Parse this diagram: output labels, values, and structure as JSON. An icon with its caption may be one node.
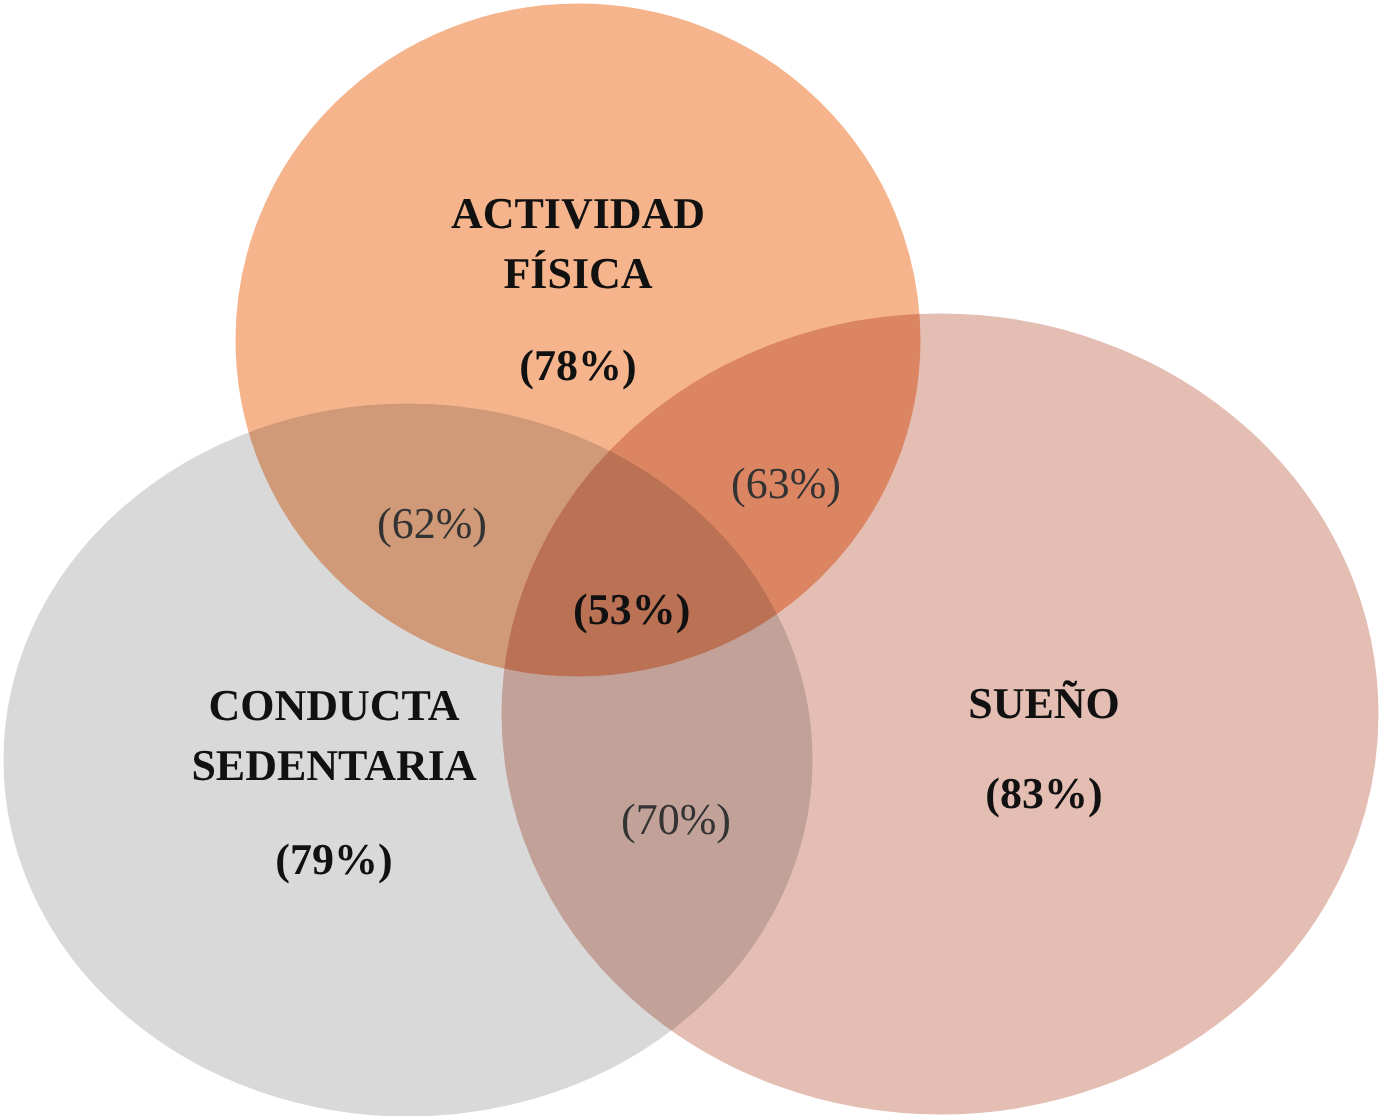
{
  "diagram": {
    "nodes": [
      {
        "text": [
          "ACTIVIDAD FÍSICA",
          "(78%)"
        ]
      },
      {
        "text": [
          "CONDUCTA SEDENTARIA",
          "(79%)"
        ]
      },
      {
        "text": [
          "SUEÑO",
          "(83%)"
        ]
      }
    ],
    "labels": [
      "(62%)",
      "(63%)",
      "(53%)",
      "(70%)"
    ]
  }
}
